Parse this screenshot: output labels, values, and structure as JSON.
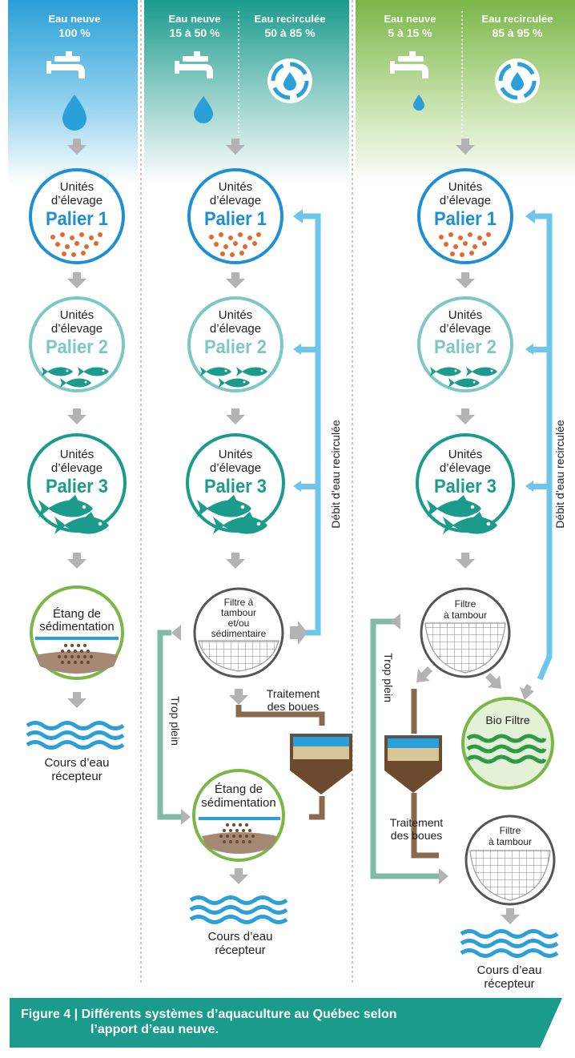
{
  "colors": {
    "blue": "#2a9fd8",
    "teal": "#1a9b8c",
    "green": "#7ab648",
    "palier1": "#1e8fd6",
    "palier2": "#7cc8c6",
    "palier3": "#1a9b8c",
    "recirc_pipe": "#6ec6ec",
    "trop_plein": "#7fbba7",
    "sludge": "#8a6a4f",
    "arrow": "#b3b3b3"
  },
  "col1": {
    "header": {
      "label": "Eau neuve",
      "value": "100 %"
    },
    "units": [
      {
        "line1": "Unités",
        "line2": "d’élevage",
        "title": "Palier 1"
      },
      {
        "line1": "Unités",
        "line2": "d’élevage",
        "title": "Palier 2"
      },
      {
        "line1": "Unités",
        "line2": "d’élevage",
        "title": "Palier 3"
      }
    ],
    "pond": {
      "line1": "Étang de",
      "line2": "sédimentation"
    },
    "river": {
      "line1": "Cours d’eau",
      "line2": "récepteur"
    }
  },
  "col2": {
    "header_new": {
      "label": "Eau neuve",
      "value": "15 à 50 %"
    },
    "header_recirc": {
      "label": "Eau recirculée",
      "value": "50 à 85 %"
    },
    "units": [
      {
        "line1": "Unités",
        "line2": "d’élevage",
        "title": "Palier 1"
      },
      {
        "line1": "Unités",
        "line2": "d’élevage",
        "title": "Palier 2"
      },
      {
        "line1": "Unités",
        "line2": "d’élevage",
        "title": "Palier 3"
      }
    ],
    "recirc_label": "Débit d’eau recirculée",
    "filter": {
      "line1": "Filtre à",
      "line2": "tambour",
      "line3": "et/ou",
      "line4": "sédimentaire"
    },
    "overflow_label": "Trop plein",
    "sludge": {
      "line1": "Traitement",
      "line2": "des boues"
    },
    "pond": {
      "line1": "Étang de",
      "line2": "sédimentation"
    },
    "river": {
      "line1": "Cours d’eau",
      "line2": "récepteur"
    }
  },
  "col3": {
    "header_new": {
      "label": "Eau neuve",
      "value": "5 à 15 %"
    },
    "header_recirc": {
      "label": "Eau recirculée",
      "value": "85 à 95 %"
    },
    "units": [
      {
        "line1": "Unités",
        "line2": "d’élevage",
        "title": "Palier 1"
      },
      {
        "line1": "Unités",
        "line2": "d’élevage",
        "title": "Palier 2"
      },
      {
        "line1": "Unités",
        "line2": "d’élevage",
        "title": "Palier 3"
      }
    ],
    "recirc_label": "Débit d’eau recirculée",
    "filter1": {
      "line1": "Filtre",
      "line2": "à tambour"
    },
    "overflow_label": "Trop plein",
    "biofilter": "Bio Filtre",
    "sludge": {
      "line1": "Traitement",
      "line2": "des boues"
    },
    "filter2": {
      "line1": "Filtre",
      "line2": "à tambour"
    },
    "river": {
      "line1": "Cours d’eau",
      "line2": "récepteur"
    }
  },
  "caption": {
    "line1": "Figure 4 | Différents systèmes d’aquaculture au Québec selon",
    "line2": "l’apport d’eau neuve."
  }
}
